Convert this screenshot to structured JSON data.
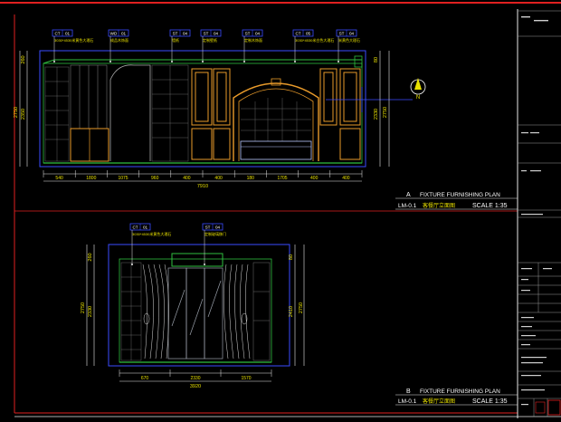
{
  "drawing_a": {
    "tag_letter": "A",
    "tag_number": "LM-0.1",
    "title_en": "FIXTURE FURNISHING PLAN",
    "title_cn": "客餐厅立面图",
    "scale": "SCALE 1:35",
    "bottom_dims": [
      "540",
      "1800",
      "1075",
      "960",
      "400",
      "400",
      "180",
      "1705",
      "400",
      "400"
    ],
    "overall_width": "7910",
    "left_dims": [
      "260",
      "2350",
      "2750"
    ],
    "right_dims": [
      "80",
      "2330",
      "2750"
    ],
    "callouts": [
      {
        "code": "CT 01",
        "note": "3030*4530米黄色大理石"
      },
      {
        "code": "WD 01",
        "note": "成品木饰面"
      },
      {
        "code": "ST 04",
        "note": "墙纸"
      },
      {
        "code": "ST 04",
        "note": "定制壁纸"
      },
      {
        "code": "ST 04",
        "note": "定制木饰面"
      },
      {
        "code": "CT 05",
        "note": "3030*4530米白色大理石"
      },
      {
        "code": "ST 04",
        "note": "米黄色大理石"
      }
    ]
  },
  "drawing_b": {
    "tag_letter": "B",
    "tag_number": "LM-0.1",
    "title_en": "FIXTURE FURNISHING PLAN",
    "title_cn": "客餐厅立面图",
    "scale": "SCALE 1:35",
    "bottom_dims": [
      "670",
      "2330",
      "1570"
    ],
    "overall_width": "3920",
    "left_dims": [
      "260",
      "2330",
      "2750"
    ],
    "right_dims": [
      "80",
      "2410",
      "2750"
    ],
    "callouts": [
      {
        "code": "CT 01",
        "note": "3030*4530米黄色大理石"
      },
      {
        "code": "ST 04",
        "note": "定制玻璃移门"
      }
    ]
  },
  "north_marker": "N"
}
